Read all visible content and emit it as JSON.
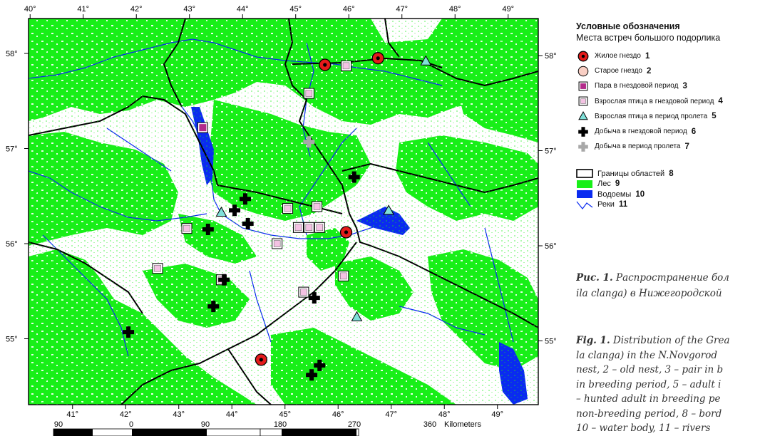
{
  "map": {
    "top_longitudes": [
      "40°",
      "41°",
      "42°",
      "43°",
      "44°",
      "45°",
      "46°",
      "47°",
      "48°",
      "49°"
    ],
    "bottom_longitudes": [
      "41°",
      "42°",
      "43°",
      "44°",
      "45°",
      "46°",
      "47°",
      "48°",
      "49°"
    ],
    "left_latitudes": [
      "58°",
      "57°",
      "56°",
      "55°"
    ],
    "right_latitudes": [
      "58°",
      "57°",
      "56°",
      "55°"
    ],
    "scale_labels": [
      "90",
      "0",
      "90",
      "180",
      "270",
      "360"
    ],
    "scale_unit": "Kilometers",
    "colors": {
      "forest": "#18ef18",
      "water": "#0a2bf0",
      "border": "#000000",
      "background": "#ffffff"
    },
    "markers": [
      {
        "type": "active-nest",
        "lon": 45.55,
        "lat": 57.88
      },
      {
        "type": "active-nest",
        "lon": 46.55,
        "lat": 57.95
      },
      {
        "type": "active-nest",
        "lon": 45.95,
        "lat": 56.12
      },
      {
        "type": "active-nest",
        "lon": 44.35,
        "lat": 54.78
      },
      {
        "type": "pair",
        "lon": 43.25,
        "lat": 57.22
      },
      {
        "type": "adult-breeding",
        "lon": 45.95,
        "lat": 57.87
      },
      {
        "type": "adult-breeding",
        "lon": 45.25,
        "lat": 57.58
      },
      {
        "type": "adult-breeding",
        "lon": 44.85,
        "lat": 56.37
      },
      {
        "type": "adult-breeding",
        "lon": 45.4,
        "lat": 56.39
      },
      {
        "type": "adult-breeding",
        "lon": 45.05,
        "lat": 56.17
      },
      {
        "type": "adult-breeding",
        "lon": 45.25,
        "lat": 56.17
      },
      {
        "type": "adult-breeding",
        "lon": 45.45,
        "lat": 56.17
      },
      {
        "type": "adult-breeding",
        "lon": 42.95,
        "lat": 56.16
      },
      {
        "type": "adult-breeding",
        "lon": 44.65,
        "lat": 56.0
      },
      {
        "type": "adult-breeding",
        "lon": 42.4,
        "lat": 55.74
      },
      {
        "type": "adult-breeding",
        "lon": 45.9,
        "lat": 55.66
      },
      {
        "type": "adult-breeding",
        "lon": 45.15,
        "lat": 55.49
      },
      {
        "type": "adult-breeding",
        "lon": 43.6,
        "lat": 55.62
      },
      {
        "type": "adult-migration",
        "lon": 47.45,
        "lat": 57.92
      },
      {
        "type": "adult-migration",
        "lon": 43.6,
        "lat": 56.33
      },
      {
        "type": "adult-migration",
        "lon": 46.75,
        "lat": 56.35
      },
      {
        "type": "adult-migration",
        "lon": 46.15,
        "lat": 55.23
      },
      {
        "type": "prey-breeding",
        "lon": 46.1,
        "lat": 56.7
      },
      {
        "type": "prey-breeding",
        "lon": 44.05,
        "lat": 56.47
      },
      {
        "type": "prey-breeding",
        "lon": 43.85,
        "lat": 56.35
      },
      {
        "type": "prey-breeding",
        "lon": 44.1,
        "lat": 56.21
      },
      {
        "type": "prey-breeding",
        "lon": 43.35,
        "lat": 56.15
      },
      {
        "type": "prey-breeding",
        "lon": 43.65,
        "lat": 55.62
      },
      {
        "type": "prey-breeding",
        "lon": 43.45,
        "lat": 55.34
      },
      {
        "type": "prey-breeding",
        "lon": 45.35,
        "lat": 55.43
      },
      {
        "type": "prey-breeding",
        "lon": 45.45,
        "lat": 54.72
      },
      {
        "type": "prey-breeding",
        "lon": 45.3,
        "lat": 54.62
      },
      {
        "type": "prey-breeding",
        "lon": 41.85,
        "lat": 55.07
      },
      {
        "type": "prey-migration",
        "lon": 45.25,
        "lat": 57.07
      }
    ]
  },
  "legend": {
    "title": "Условные обозначения",
    "subtitle": "Места встреч большого подорлика",
    "items": [
      {
        "type": "active-nest",
        "label": "Жилое гнездо",
        "num": "1"
      },
      {
        "type": "old-nest",
        "label": "Старое гнездо",
        "num": "2"
      },
      {
        "type": "pair",
        "label": "Пара в гнездовой период",
        "num": "3"
      },
      {
        "type": "adult-breeding",
        "label": "Взрослая птица в гнездовой период",
        "num": "4"
      },
      {
        "type": "adult-migration",
        "label": "Взрослая птица в период пролета",
        "num": "5"
      },
      {
        "type": "prey-breeding",
        "label": "Добыча в гнездовой период",
        "num": "6"
      },
      {
        "type": "prey-migration",
        "label": "Добыча в период пролета",
        "num": "7"
      }
    ],
    "layers": [
      {
        "type": "border",
        "label": "Границы областей",
        "num": "8"
      },
      {
        "type": "forest",
        "label": "Лес",
        "num": "9"
      },
      {
        "type": "water",
        "label": "Водоемы",
        "num": "10"
      },
      {
        "type": "river",
        "label": "Реки",
        "num": "11"
      }
    ]
  },
  "caption_ru": {
    "label": "Рис. 1.",
    "line1": "Распространение бол",
    "line2": "ila clanga) в Нижегородской"
  },
  "caption_en": {
    "label": "Fig. 1.",
    "line1": "Distribution of the Grea",
    "line2": "la clanga) in the N.Novgorod",
    "line3": "nest, 2 – old nest, 3 – pair in b",
    "line4": "in breeding period, 5 – adult i",
    "line5": "– hunted adult in breeding pe",
    "line6": "non-breeding period, 8 – bord",
    "line7": "10 – water body, 11 – rivers"
  }
}
